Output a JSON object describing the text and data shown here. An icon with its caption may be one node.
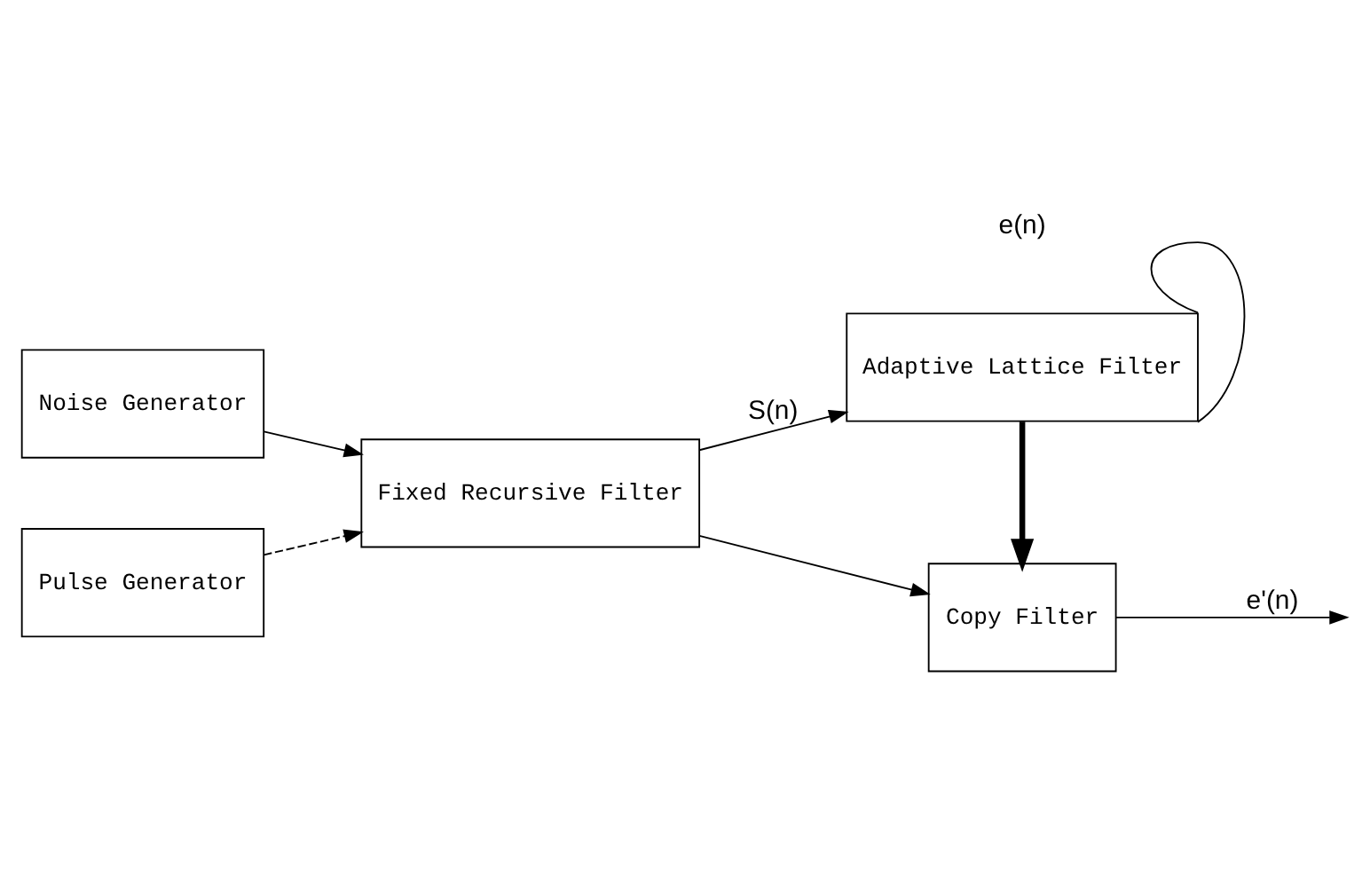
{
  "diagram": {
    "nodes": [
      {
        "text": [
          "Noise Generator"
        ]
      },
      {
        "text": [
          "Pulse Generator"
        ]
      },
      {
        "text": [
          "Fixed Recursive Filter"
        ]
      },
      {
        "text": [
          "Adaptive Lattice Filter"
        ]
      },
      {
        "text": [
          "Copy Filter"
        ]
      }
    ],
    "edges": [
      {
        "from": 0,
        "to": 2,
        "arrow": "to"
      },
      {
        "from": 1,
        "to": 2,
        "arrow": "to",
        "style": "dashed"
      },
      {
        "from": 2,
        "to": 3,
        "label": "S(n)",
        "arrow": "to"
      },
      {
        "from": 2,
        "to": 4,
        "arrow": "to"
      },
      {
        "from": 3,
        "to": 4,
        "arrow": "to",
        "style": "thick"
      },
      {
        "from": 4,
        "to": null,
        "label": "e'(n)",
        "arrow": "to"
      },
      {
        "from": 3,
        "to": 3,
        "label": "e(n)",
        "arrow": "none"
      }
    ]
  }
}
